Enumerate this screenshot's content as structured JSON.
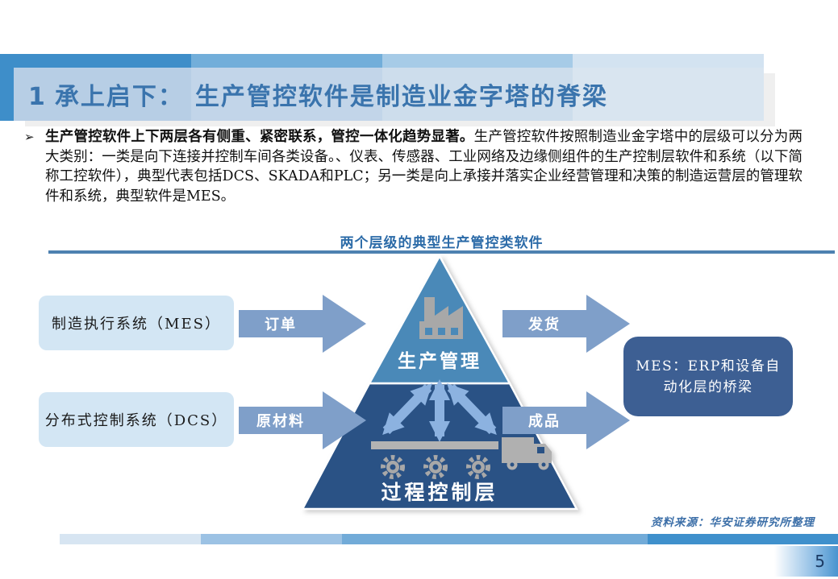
{
  "header": {
    "number": "1",
    "title_left": "承上启下：",
    "title_right": "生产管控软件是制造业金字塔的脊梁"
  },
  "bullet": {
    "marker": "➢",
    "lead": "生产管控软件上下两层各有侧重、紧密联系，管控一体化趋势显著。",
    "rest": "生产管控软件按照制造业金字塔中的层级可以分为两大类别：一类是向下连接并控制车间各类设备。、仪表、传感器、工业网络及边缘侧组件的生产控制层软件和系统（以下简称工控软件），典型代表包括DCS、SKADA和PLC；另一类是向上承接并落实企业经营管理和决策的制造运营层的管理软件和系统，典型软件是MES。"
  },
  "diagram": {
    "title": "两个层级的典型生产管控类软件",
    "left_boxes": [
      {
        "label": "制造执行系统（MES）"
      },
      {
        "label": "分布式控制系统（DCS）"
      }
    ],
    "arrows": {
      "order": "订单",
      "raw_material": "原材料",
      "shipment": "发货",
      "finished_goods": "成品"
    },
    "pyramid": {
      "top_label": "生产管理",
      "bottom_label": "过程控制层"
    },
    "note_box": {
      "line1": "MES：ERP和设备自",
      "line2": "动化层的桥梁"
    }
  },
  "footer": {
    "source": "资料来源：华安证券研究所整理",
    "page": "5"
  },
  "colors": {
    "band_strong": "#3e8ec9",
    "band_2": "#72aeda",
    "band_3": "#a6cbe7",
    "band_4": "#d3e3f1",
    "title_text": "#3a74ad",
    "block_arrow": "#7f9fc9",
    "pyramid_top": "#4a89b8",
    "pyramid_bottom": "#2a5285",
    "junction_arrow": "#8cb2e0",
    "note_box_bg": "#3d5f93",
    "box_bg": "#d3e6f4",
    "footer_seg1": "#d7e5f2",
    "footer_seg2": "#9cc2e4",
    "footer_seg3": "#72abd8",
    "footer_seg4": "#3f90cc"
  }
}
